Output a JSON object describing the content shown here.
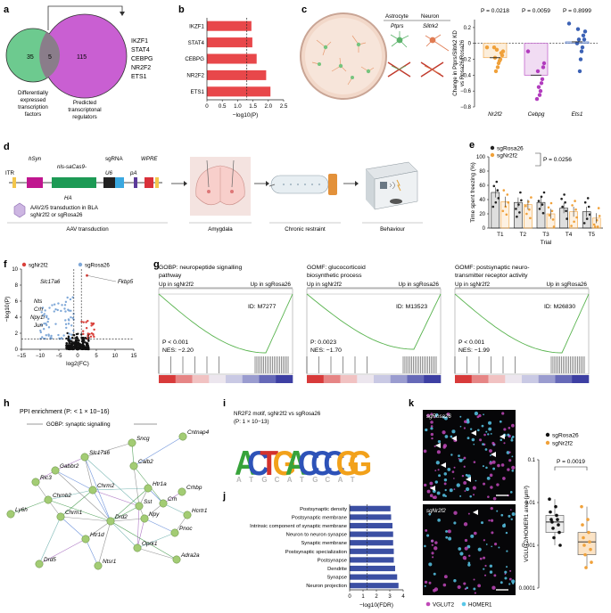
{
  "panels": {
    "a": "a",
    "b": "b",
    "c": "c",
    "d": "d",
    "e": "e",
    "f": "f",
    "g": "g",
    "h": "h",
    "i": "i",
    "j": "j",
    "k": "k"
  },
  "panel_a": {
    "left_count": "35",
    "overlap_count": "5",
    "right_count": "115",
    "left_label": [
      "Differentially",
      "expressed",
      "transcription",
      "factors"
    ],
    "right_label": [
      "Predicted",
      "transcriptonal",
      "regulators"
    ],
    "genes": [
      "IKZF1",
      "STAT4",
      "CEBPG",
      "NR2F2",
      "ETS1"
    ]
  },
  "panel_c": {
    "astrocyte": "Astrocyte",
    "neuron": "Neuron",
    "ptprs": "Ptprs",
    "slitrk2": "Slitrk2",
    "ylabel_l1": "Change in Ptprs/Slitrk2 KD",
    "ylabel_l2": "vs Rosa26/Rosa26",
    "pvals": [
      "P = 0.0218",
      "P = 0.0059",
      "P = 0.8999"
    ]
  },
  "panel_d": {
    "itr": "ITR",
    "hsyn": "hSyn",
    "cas9_l1": "nls-saCas9-",
    "cas9_l2": "HA",
    "sgrna": "sgRNA",
    "u6": "U6",
    "pa": "pA",
    "wpre": "WPRE",
    "aav_l1": "AAV2/5 transduction in BLA",
    "aav_l2": "sgNr2f2 or sgRosa26",
    "steps": [
      "AAV transduction",
      "Amygdala",
      "Chronic restraint",
      "Behaviour"
    ]
  },
  "panel_f": {
    "legend": [
      "sgNr2f2",
      "sgRosa26"
    ],
    "genes": [
      "Slc17a6",
      "Fkbp5",
      "Nts",
      "Crh",
      "Npy1r",
      "Jun"
    ],
    "xlabel": "log2(FC)",
    "ylabel": "−log10(P)"
  },
  "panel_g": {
    "plots": [
      {
        "title_l1": "GOBP: neuropeptide signalling",
        "title_l2": "pathway",
        "id": "ID: M7277",
        "p": "P < 0.001",
        "nes": "NES: −2.20"
      },
      {
        "title_l1": "GOMF: glucocorticoid",
        "title_l2": "biosynthetic process",
        "id": "ID: M13523",
        "p": "P: 0.0023",
        "nes": "NES: −1.70"
      },
      {
        "title_l1": "GOMF: postsynaptic neuro-",
        "title_l2": "transmitter receptor activity",
        "id": "ID: M26830",
        "p": "P < 0.001",
        "nes": "NES: −1.99"
      }
    ],
    "up_left": "Up in sgNr2f2",
    "up_right": "Up in sgRosa26"
  },
  "panel_h": {
    "title": "PPI enrichment (P: < 1 × 10−16)",
    "subtitle": "GOBP: synaptic signalling",
    "nodes": [
      "Sncg",
      "Cntnap4",
      "Slc17a6",
      "Calb2",
      "Gabbr2",
      "Ly6h",
      "Ric3",
      "Chrnb2",
      "Chrm2",
      "Chrm1",
      "Htr1a",
      "Crh",
      "Crhbp",
      "Sst",
      "Npy",
      "Hcrtr1",
      "Drd2",
      "Pnoc",
      "Htr1d",
      "Oprk1",
      "Drd5",
      "Ntsr1",
      "Adra2a"
    ]
  },
  "panel_i": {
    "title_l1": "NR2F2 motif, sgNr2f2 vs sgRosa26",
    "title_l2": "(P: 1 × 10−13)",
    "letters": [
      "A",
      "C",
      "T",
      "G",
      "A",
      "C",
      "C",
      "C",
      "G",
      "G"
    ]
  },
  "panel_k": {
    "img1_label": "sgRosa26",
    "img2_label": "sgNr2f2",
    "legend": [
      "VGLUT2",
      "HOMER1"
    ],
    "pvalue": "P = 0.0019",
    "ylabel": "VGLUT2/HOMER1 area (μm²)"
  },
  "chart_data": [
    {
      "id": "b",
      "type": "bar",
      "orientation": "horizontal",
      "categories": [
        "IKZF1",
        "STAT4",
        "CEBPG",
        "NR2F2",
        "ETS1"
      ],
      "values": [
        1.45,
        1.48,
        1.62,
        1.93,
        2.07
      ],
      "xlabel": "−log10(P)",
      "xlim": [
        0,
        2.5
      ],
      "xticks": [
        "0",
        "0.5",
        "1.0",
        "1.5",
        "2.0",
        "2.5"
      ],
      "threshold": 1.3,
      "bar_color": "#e8474a"
    },
    {
      "id": "c",
      "type": "scatter",
      "categories": [
        "Nr2f2",
        "Cebpg",
        "Ets1"
      ],
      "means": [
        -0.18,
        -0.4,
        0.02
      ],
      "colors": [
        "#f0a13a",
        "#b23cbe",
        "#3c62b5"
      ],
      "points": [
        [
          -0.05,
          -0.1,
          -0.15,
          -0.12,
          -0.2,
          -0.22,
          -0.25,
          -0.3,
          -0.08,
          -0.35,
          -0.18,
          -0.05
        ],
        [
          -0.1,
          -0.25,
          -0.3,
          -0.45,
          -0.5,
          -0.6,
          -0.65,
          -0.55,
          -0.35,
          -0.7
        ],
        [
          0.25,
          0.15,
          0.05,
          0.1,
          -0.05,
          -0.1,
          -0.2,
          -0.35,
          0.05,
          0.18,
          0.0
        ]
      ],
      "ylim": [
        -0.8,
        0.3
      ],
      "yticks": [
        "0.2",
        "0",
        "−0.2",
        "−0.4",
        "−0.6",
        "−0.8"
      ]
    },
    {
      "id": "e",
      "type": "bar",
      "categories": [
        "T1",
        "T2",
        "T3",
        "T4",
        "T5"
      ],
      "series": [
        {
          "name": "sgRosa26",
          "values": [
            50,
            36,
            36,
            28,
            23
          ],
          "color": "#222"
        },
        {
          "name": "sgNr2f2",
          "values": [
            37,
            33,
            20,
            23,
            14
          ],
          "color": "#f0a13a"
        }
      ],
      "xlabel": "Trial",
      "ylabel": "Time spent freezing (%)",
      "ylim": [
        0,
        100
      ],
      "yticks": [
        "0",
        "20",
        "40",
        "60",
        "80",
        "100"
      ],
      "annotation": "P = 0.0256"
    },
    {
      "id": "f",
      "type": "scatter",
      "xlim": [
        -15,
        15
      ],
      "ylim": [
        0,
        10
      ],
      "xticks": [
        "−15",
        "−10",
        "−5",
        "0",
        "5",
        "10",
        "15"
      ],
      "yticks": [
        "0",
        "2",
        "4",
        "6",
        "8",
        "10"
      ],
      "xlabel": "log2(FC)",
      "ylabel": "−log10(P)"
    },
    {
      "id": "j",
      "type": "bar",
      "orientation": "horizontal",
      "categories": [
        "Postsynaptic density",
        "Postsynaptic membrane",
        "Intrinsic component of synaptic membrane",
        "Neuron to neuron synapse",
        "Synaptic membrane",
        "Postsynaptic specialization",
        "Postsynapse",
        "Dendrite",
        "Synapse",
        "Neuron projection"
      ],
      "values": [
        3.05,
        3.1,
        3.2,
        3.25,
        3.25,
        3.3,
        3.3,
        3.4,
        3.55,
        3.65
      ],
      "xlabel": "−log10(FDR)",
      "xlim": [
        0,
        4
      ],
      "xticks": [
        "0",
        "1",
        "2",
        "3",
        "4"
      ],
      "threshold": 1.3,
      "bar_color": "#3b4fa3"
    },
    {
      "id": "k",
      "type": "box",
      "log_scale": true,
      "categories": [
        "sgRosa26",
        "sgNr2f2"
      ],
      "ylim": [
        0.0001,
        0.1
      ],
      "yticks": [
        "0.1",
        "0.01",
        "0.001",
        "0.0001"
      ],
      "series": [
        {
          "name": "sgRosa26",
          "values": [
            0.012,
            0.008,
            0.006,
            0.005,
            0.004,
            0.004,
            0.0035,
            0.003,
            0.0025,
            0.002,
            0.0015,
            0.001
          ],
          "color": "#111"
        },
        {
          "name": "sgNr2f2",
          "values": [
            0.008,
            0.004,
            0.003,
            0.002,
            0.0015,
            0.0012,
            0.001,
            0.0008,
            0.0006,
            0.0004,
            0.0003
          ],
          "color": "#f0a13a"
        }
      ]
    }
  ]
}
